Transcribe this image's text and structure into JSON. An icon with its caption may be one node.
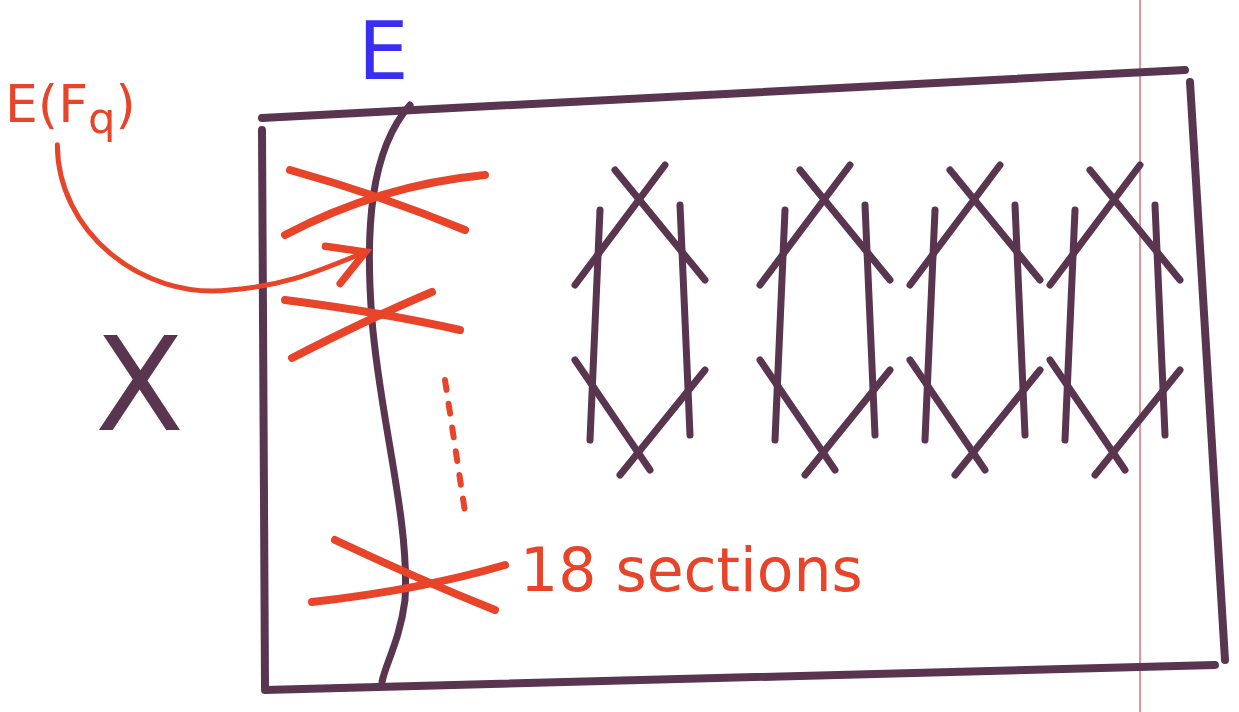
{
  "diagram": {
    "nodes": [
      {
        "text": [
          "E(F$_{q}$)"
        ]
      },
      {
        "text": [],
        "shape": "curve"
      }
    ],
    "edges": [
      {
        "from": 0,
        "to": 1,
        "arrow": "to"
      }
    ],
    "labels": [
      "E",
      "X",
      "18 sections"
    ]
  }
}
